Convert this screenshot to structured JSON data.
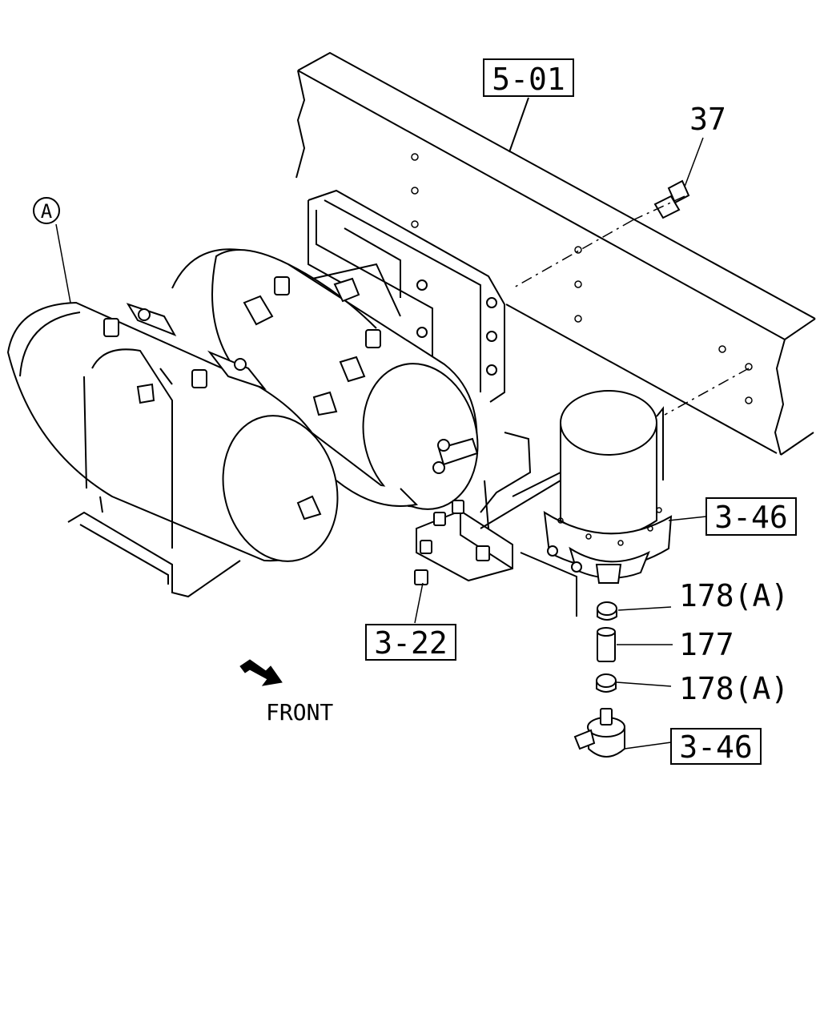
{
  "callouts": {
    "frame_ref": "5-01",
    "bolt": "37",
    "circle_a": "A",
    "dryer_ref": "3-46",
    "valve_ref": "3-22",
    "clamp_top": "178(A)",
    "hose": "177",
    "clamp_bottom": "178(A)",
    "valve_bottom_ref": "3-46"
  },
  "front_label": "FRONT"
}
